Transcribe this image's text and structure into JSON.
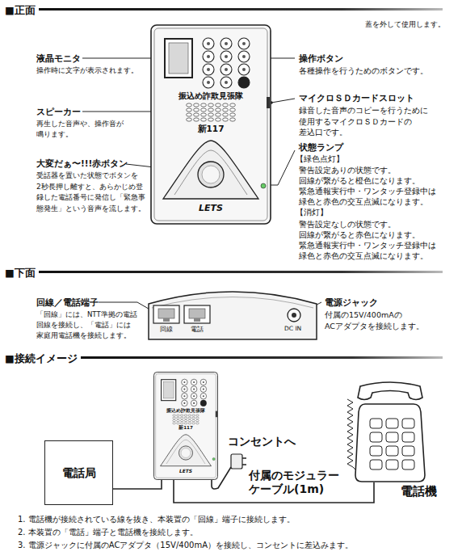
{
  "diagram": {
    "nodes": [
      {
        "text": [
          "振込め詐欺見張隊",
          "新117",
          "LETS"
        ]
      },
      {
        "text": [
          "回線",
          "電話",
          "DC IN"
        ]
      },
      {
        "text": [
          "電話局"
        ]
      },
      {
        "text": [
          "振込め詐欺見張隊",
          "新117",
          "LETS"
        ]
      },
      {
        "text": [
          "電話機"
        ]
      }
    ],
    "edges": [
      {
        "from": 2,
        "to": 3,
        "arrow": "none"
      },
      {
        "from": 3,
        "to": 4,
        "arrow": "none"
      }
    ],
    "labels": [
      "■正面",
      "蓋を外して使用します。",
      "液晶モニタ",
      "操作時に文字が表示されます。",
      "スピーカー",
      "再生した音声や、操作音が 鳴ります。",
      "大変だぁ〜!!!赤ボタン",
      "受話器を置いた状態でボタンを 2秒長押し離すと、あらかじめ登 録した電話番号に発信し「緊急事 態発生」という音声を流します。",
      "操作ボタン",
      "各種操作を行うためのボタンです。",
      "マイクロＳＤカードスロット",
      "録音した音声のコピーを行うために 使用するマイクロＳＤカードの 差込口です。",
      "状態ランプ",
      "【緑色点灯】",
      "警告設定ありの状態です。 回線が繋がると橙色になります。 緊急通報実行中・ワンタッチ登録中は 緑色と赤色の交互点滅になります。",
      "【消灯】",
      "警告設定なしの状態です。 回線が繋がると赤色になります。 緊急通報実行中・ワンタッチ登録中は 緑色と赤色の交互点滅になります。",
      "■下面",
      "回線／電話端子",
      "「回線」には、NTT準拠の電話 回線を接続し、「電話」には 家庭用電話機を接続します。",
      "電源ジャック",
      "付属の15V/400mAの ACアダプタを接続します。",
      "■接続イメージ",
      "コンセントへ",
      "付属のモジュラー ケーブル(1m)",
      "1. 電話機が接続されている線を抜き、本装置の「回線」端子に接続します。",
      "2. 本装置の「電話」端子と電話機を接続します。",
      "3. 電源ジャックに付属のACアダプタ（15V/400mA）を接続し、コンセントに差込みます。"
    ]
  }
}
